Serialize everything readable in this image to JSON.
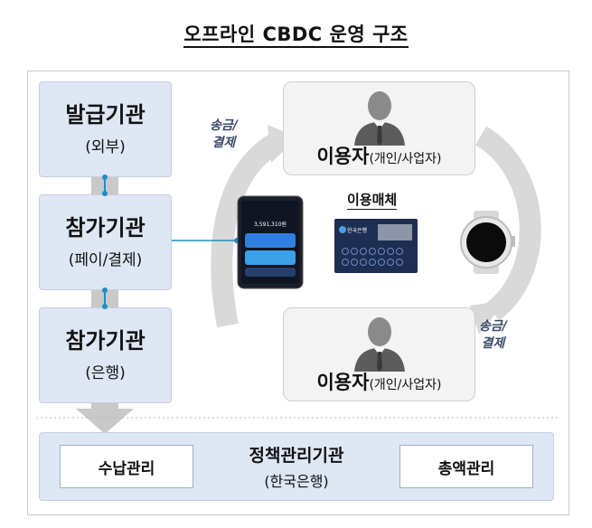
{
  "title": "오프라인 CBDC 운영 구조",
  "orgs": [
    {
      "name": "발급기관",
      "sub": "(외부)"
    },
    {
      "name": "참가기관",
      "sub": "(페이/결제)"
    },
    {
      "name": "참가기관",
      "sub": "(은행)"
    }
  ],
  "users": [
    {
      "name": "이용자",
      "type": "(개인/사업자)"
    },
    {
      "name": "이용자",
      "type": "(개인/사업자)"
    }
  ],
  "transfer": {
    "line1": "송금/",
    "line2": "결제"
  },
  "media": {
    "title": "이용매체",
    "phone_amount": "3,591,310원",
    "card_brand": "한국은행"
  },
  "bottom": {
    "left": "수납관리",
    "policy_name": "정책관리기관",
    "policy_sub": "(한국은행)",
    "right": "총액관리"
  }
}
